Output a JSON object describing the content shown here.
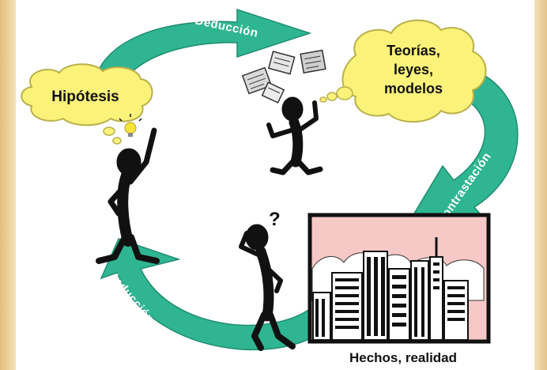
{
  "colors": {
    "border_left": "#e7c98a",
    "border_right": "#ead3a0",
    "arrow_green": "#2fb592",
    "arrow_green_dark": "#1f8d70",
    "cloud_yellow": "#fbf27a",
    "cloud_stroke": "#b9b04a",
    "sky_pink": "#f6c8c6",
    "figure_black": "#111111",
    "bulb_yellow": "#f7e43a"
  },
  "diagram": {
    "hypothesis_cloud_label": "Hipótesis",
    "theories_cloud_label": "Teorías,\nleyes,\nmodelos",
    "theories_lines": [
      "Teorías,",
      "leyes,",
      "modelos"
    ],
    "facts_label": "Hechos, realidad",
    "arrow_deduction": "Deducción",
    "arrow_contrast": "Contrastación",
    "arrow_induction": "Inducción",
    "question_mark": "?",
    "icons": [
      "lightbulb-icon",
      "flying-papers-icon",
      "city-skyline-icon"
    ]
  }
}
